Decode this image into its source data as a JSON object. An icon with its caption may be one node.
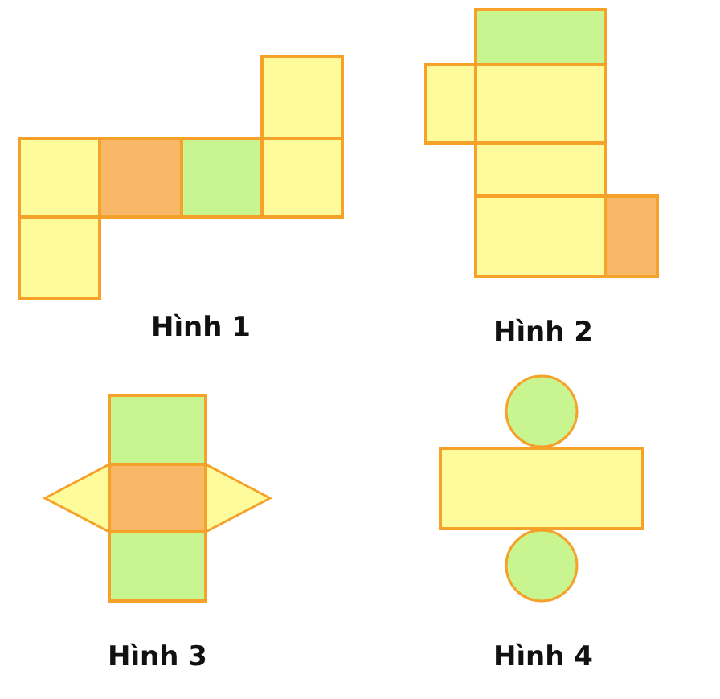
{
  "diagram": {
    "labels": [
      "Hình 1",
      "Hình 2",
      "Hình 3",
      "Hình 4"
    ]
  }
}
